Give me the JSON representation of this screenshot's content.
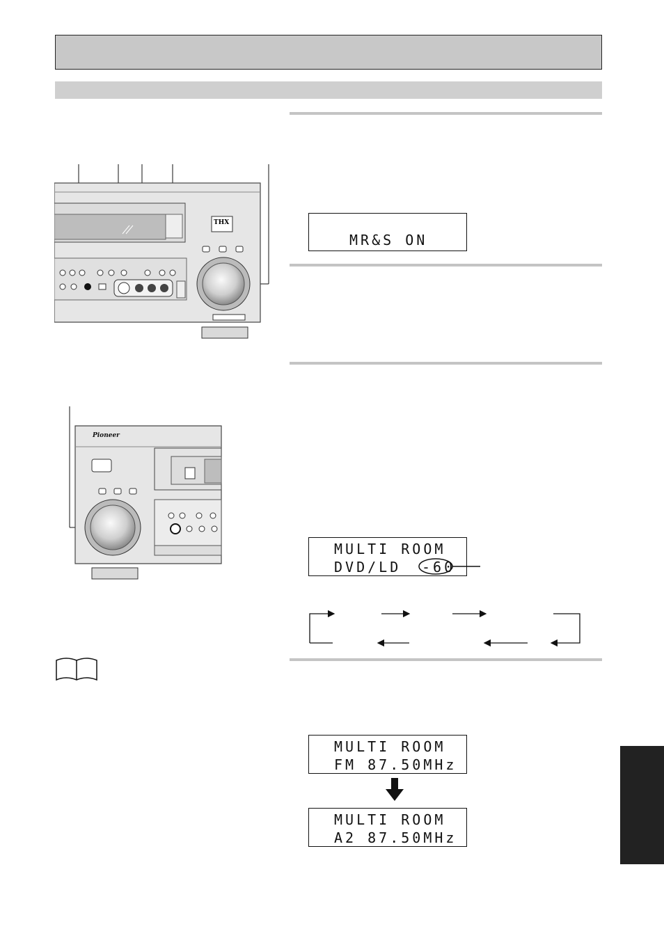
{
  "displays": {
    "mrs": {
      "line1": "",
      "line2": "MR&S ON"
    },
    "multi_room_volume": {
      "line1": "MULTI ROOM",
      "line2_source": "DVD/LD",
      "line2_level": "-60"
    },
    "multi_room_fm": {
      "line1": "MULTI ROOM",
      "line2": "FM 87.50MHz"
    },
    "multi_room_a2": {
      "line1": "MULTI ROOM",
      "line2": "A2 87.50MHz"
    }
  },
  "illustration": {
    "brand": "Pioneer",
    "logo": "THX"
  },
  "icons": {
    "arrow_down": "down-arrow-icon",
    "book": "book-icon"
  }
}
